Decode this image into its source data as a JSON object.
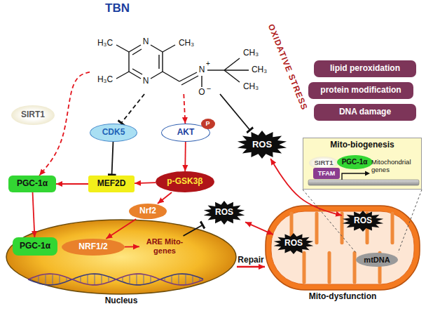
{
  "diagram": {
    "nodes": [
      {
        "text": [
          "TBN"
        ]
      },
      {
        "text": [
          "SIRT1"
        ]
      },
      {
        "text": [
          "CDK5"
        ]
      },
      {
        "text": [
          "AKT"
        ]
      },
      {
        "text": [
          "P"
        ],
        "in": 3
      },
      {
        "text": [
          "PGC-1α"
        ]
      },
      {
        "text": [
          "MEF2D"
        ]
      },
      {
        "text": [
          "p-GSK3β"
        ]
      },
      {
        "text": [
          "Nrf2"
        ]
      },
      {
        "text": [
          "ROS"
        ]
      },
      {
        "text": [
          "lipid peroxidation"
        ]
      },
      {
        "text": [
          "protein modification"
        ]
      },
      {
        "text": [
          "DNA damage"
        ]
      },
      {
        "text": [
          "Nucleus"
        ]
      },
      {
        "text": [
          "PGC-1α"
        ],
        "in": 13
      },
      {
        "text": [
          "NRF1/2"
        ],
        "in": 13
      },
      {
        "text": [
          "ARE Mito-genes"
        ],
        "in": 13
      },
      {
        "text": [
          "ROS"
        ]
      },
      {
        "text": [
          "Mito-dysfunction"
        ]
      },
      {
        "text": [
          "ROS"
        ],
        "in": 18
      },
      {
        "text": [
          "ROS"
        ],
        "in": 18
      },
      {
        "text": [
          "mtDNA"
        ],
        "in": 18
      },
      {
        "text": [
          "Mito-biogenesis"
        ]
      },
      {
        "text": [
          "SIRT1"
        ],
        "in": 22
      },
      {
        "text": [
          "PGC-1α"
        ],
        "in": 22
      },
      {
        "text": [
          "TFAM"
        ],
        "in": 22
      }
    ],
    "edges": [
      {
        "from": 0,
        "to": 5,
        "arrow": "to"
      },
      {
        "from": 0,
        "to": 2,
        "arrow": "to"
      },
      {
        "from": 0,
        "to": 3,
        "arrow": "to"
      },
      {
        "from": 0,
        "to": 9,
        "arrow": "to"
      },
      {
        "from": 2,
        "to": 6,
        "arrow": "to"
      },
      {
        "from": 3,
        "to": 7,
        "arrow": "to"
      },
      {
        "from": 7,
        "to": 6,
        "arrow": "to"
      },
      {
        "from": 6,
        "to": 5,
        "arrow": "to"
      },
      {
        "from": 7,
        "to": 8,
        "arrow": "to"
      },
      {
        "from": 8,
        "to": 15,
        "arrow": "to"
      },
      {
        "from": 5,
        "to": 14,
        "arrow": "to"
      },
      {
        "from": 15,
        "to": 16,
        "arrow": "to"
      },
      {
        "from": 16,
        "to": 17,
        "arrow": "to"
      },
      {
        "from": 17,
        "to": 20,
        "arrow": "both"
      },
      {
        "from": 9,
        "to": 19,
        "arrow": "both"
      },
      {
        "from": 13,
        "to": 18,
        "label": "Repair",
        "arrow": "to"
      }
    ],
    "labels": [
      "H₃C",
      "N",
      "CH₃",
      "H₃C",
      "N",
      "N",
      "+",
      "CH₃",
      "CH₃",
      "CH₃",
      "O",
      "−",
      "OXIDATIVE STRESS",
      "Mitochondrial genes"
    ]
  }
}
